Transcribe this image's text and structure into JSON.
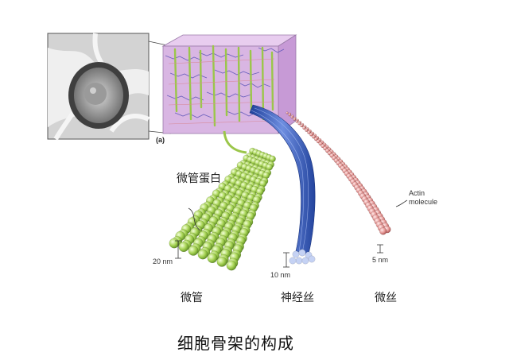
{
  "figure": {
    "panel_letter": "(a)",
    "title": "细胞骨架的构成",
    "labels": {
      "tubulin": "微管蛋白",
      "actin_molecule_line1": "Actin",
      "actin_molecule_line2": "molecule",
      "microtubule_size": "20 nm",
      "neurofilament_size": "10 nm",
      "microfilament_size": "5 nm",
      "microtubule": "微管",
      "neurofilament": "神经丝",
      "microfilament": "微丝"
    },
    "colors": {
      "microtubule": "#a8d456",
      "neurofilament": "#3d62c4",
      "microfilament": "#e79a98",
      "cube": "#d9b6e3"
    }
  }
}
